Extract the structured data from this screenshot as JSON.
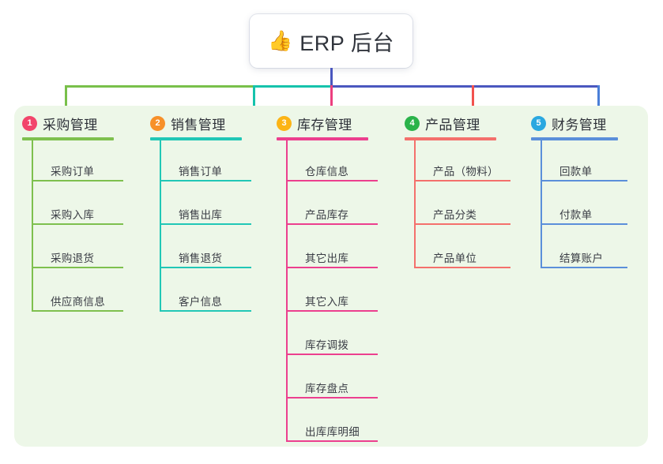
{
  "root": {
    "icon": "thumbs-up-icon",
    "icon_glyph": "👍",
    "title": "ERP 后台"
  },
  "palette": {
    "panel_bg": "#edf7e8",
    "root_stem": "#4a57bf",
    "bus_green": "#79c04a",
    "bus_teal": "#16c3ac",
    "bus_indigo": "#4a57bf"
  },
  "columns": [
    {
      "number": "1",
      "title": "采购管理",
      "badge_color": "#f2456b",
      "line_color": "#7ec04e",
      "rule_width": 116,
      "item_width": 92,
      "items": [
        {
          "label": "采购订单"
        },
        {
          "label": "采购入库"
        },
        {
          "label": "采购退货"
        },
        {
          "label": "供应商信息"
        }
      ]
    },
    {
      "number": "2",
      "title": "销售管理",
      "badge_color": "#f79029",
      "line_color": "#21c7b6",
      "rule_width": 116,
      "item_width": 92,
      "items": [
        {
          "label": "销售订单"
        },
        {
          "label": "销售出库"
        },
        {
          "label": "销售退货"
        },
        {
          "label": "客户信息"
        }
      ]
    },
    {
      "number": "3",
      "title": "库存管理",
      "badge_color": "#fcb415",
      "line_color": "#ec3f8e",
      "rule_width": 116,
      "item_width": 92,
      "items": [
        {
          "label": "仓库信息"
        },
        {
          "label": "产品库存"
        },
        {
          "label": "其它出库"
        },
        {
          "label": "其它入库"
        },
        {
          "label": "库存调拨"
        },
        {
          "label": "库存盘点"
        },
        {
          "label": "出库库明细"
        }
      ]
    },
    {
      "number": "4",
      "title": "产品管理",
      "badge_color": "#2ab34a",
      "line_color": "#f4706c",
      "rule_width": 116,
      "item_width": 98,
      "items": [
        {
          "label": "产品（物料）"
        },
        {
          "label": "产品分类"
        },
        {
          "label": "产品单位"
        }
      ]
    },
    {
      "number": "5",
      "title": "财务管理",
      "badge_color": "#2aa8e0",
      "line_color": "#5b8fda",
      "rule_width": 110,
      "item_width": 86,
      "items": [
        {
          "label": "回款单"
        },
        {
          "label": "付款单"
        },
        {
          "label": "结算账户"
        }
      ]
    }
  ],
  "layout": {
    "column_x": [
      28,
      190,
      350,
      512,
      672
    ],
    "first_item_bottom": 96,
    "item_step": 55
  }
}
